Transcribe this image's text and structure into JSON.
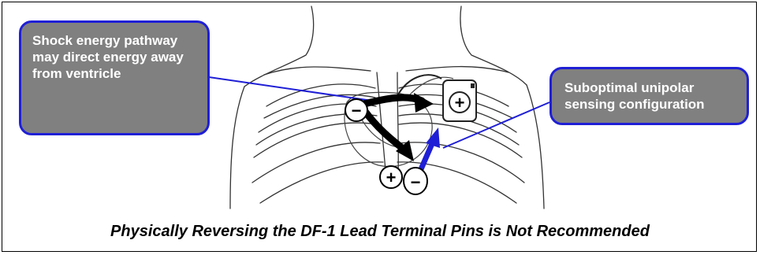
{
  "callouts": {
    "left": "Shock energy pathway may direct energy away from ventricle",
    "right": "Suboptimal unipolar sensing configuration"
  },
  "caption": "Physically Reversing the DF-1 Lead Terminal Pins is Not Recommended",
  "symbols": {
    "plus": "+",
    "minus": "−"
  },
  "icons": [
    "chest-illustration",
    "pulse-generator-icon",
    "shock-arrow",
    "sensing-arrow"
  ],
  "colors": {
    "callout_fill": "#808080",
    "callout_border": "#1f1fd6",
    "sensing_arrow": "#1f1fd6",
    "leader_line": "#1f1fd6",
    "shock_arrow": "#000000"
  }
}
